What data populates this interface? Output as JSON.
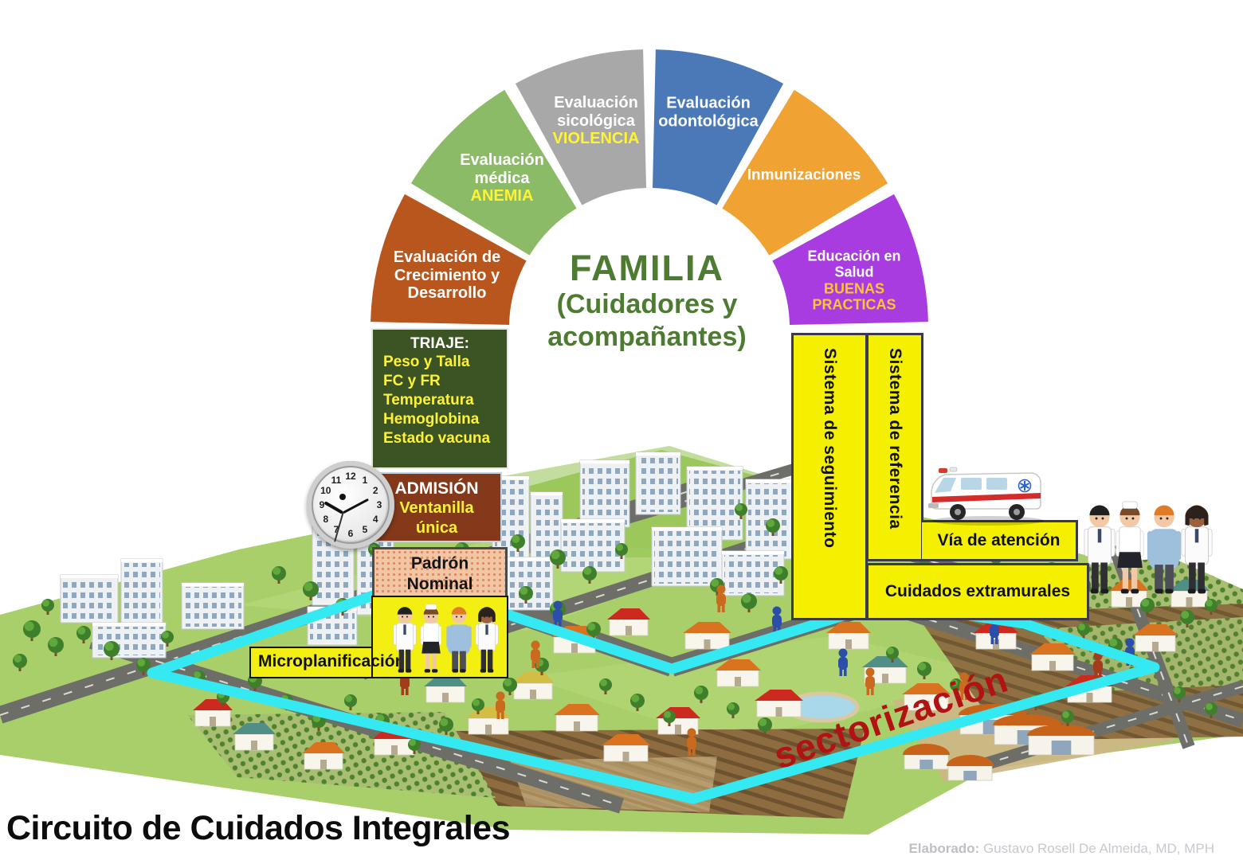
{
  "page_title": "Circuito de Cuidados Integrales",
  "credit": {
    "label": "Elaborado:",
    "text": " Gustavo Rosell De Almeida, MD, MPH"
  },
  "center": {
    "title": "FAMILIA",
    "subtitle_line1": "(Cuidadores y",
    "subtitle_line2": "acompañantes)"
  },
  "arch": {
    "segments": [
      {
        "name": "evaluacion-crecimiento-desarrollo",
        "color": "#b8561d",
        "text_lines": [
          "Evaluación de",
          "Crecimiento y",
          "Desarrollo"
        ]
      },
      {
        "name": "evaluacion-medica-anemia",
        "color": "#8cbb68",
        "text_lines": [
          "Evaluación",
          "médica"
        ],
        "highlight": "ANEMIA"
      },
      {
        "name": "evaluacion-sicologica-violencia",
        "color": "#a8a8a8",
        "text_lines": [
          "Evaluación",
          "sicológica"
        ],
        "highlight": "VIOLENCIA"
      },
      {
        "name": "evaluacion-odontologica",
        "color": "#4b79b7",
        "text_lines": [
          "Evaluación",
          "odontológica"
        ]
      },
      {
        "name": "inmunizaciones",
        "color": "#f0a233",
        "text_lines": [
          "Inmunizaciones"
        ]
      },
      {
        "name": "educacion-en-salud",
        "color": "#a93ce0",
        "text_lines": [
          "Educación en",
          "Salud"
        ],
        "highlight_lines": [
          "BUENAS",
          "PRACTICAS"
        ]
      }
    ]
  },
  "triaje": {
    "title": "TRIAJE:",
    "items": [
      "Peso y Talla",
      "FC y FR",
      "Temperatura",
      "Hemoglobina",
      "Estado vacuna"
    ]
  },
  "admision": {
    "title": "ADMISIÓN",
    "line1": "Ventanilla",
    "line2": "única"
  },
  "padron": {
    "line1": "Padrón",
    "line2": "Nominal"
  },
  "microplanificacion": {
    "label": "Microplanificación"
  },
  "sistemas": {
    "seguimiento": "Sistema de seguimiento",
    "referencia": "Sistema de referencia",
    "via": "Vía de atención",
    "extramurales": "Cuidados extramurales"
  },
  "map": {
    "sectorizacion": "sectorización"
  },
  "colors": {
    "family_green": "#4d7b31",
    "triaje_bg": "#3c5424",
    "admision_bg": "#84391b",
    "padron_bg": "#f2c6a3",
    "yellow_box": "#f4ef13",
    "bars_yellow": "#f5f000",
    "cyan_route": "#35e9f2",
    "sectorizacion_red": "#b11212",
    "highlight_yellow": "#fef335",
    "highlight_gold": "#ffc431"
  }
}
